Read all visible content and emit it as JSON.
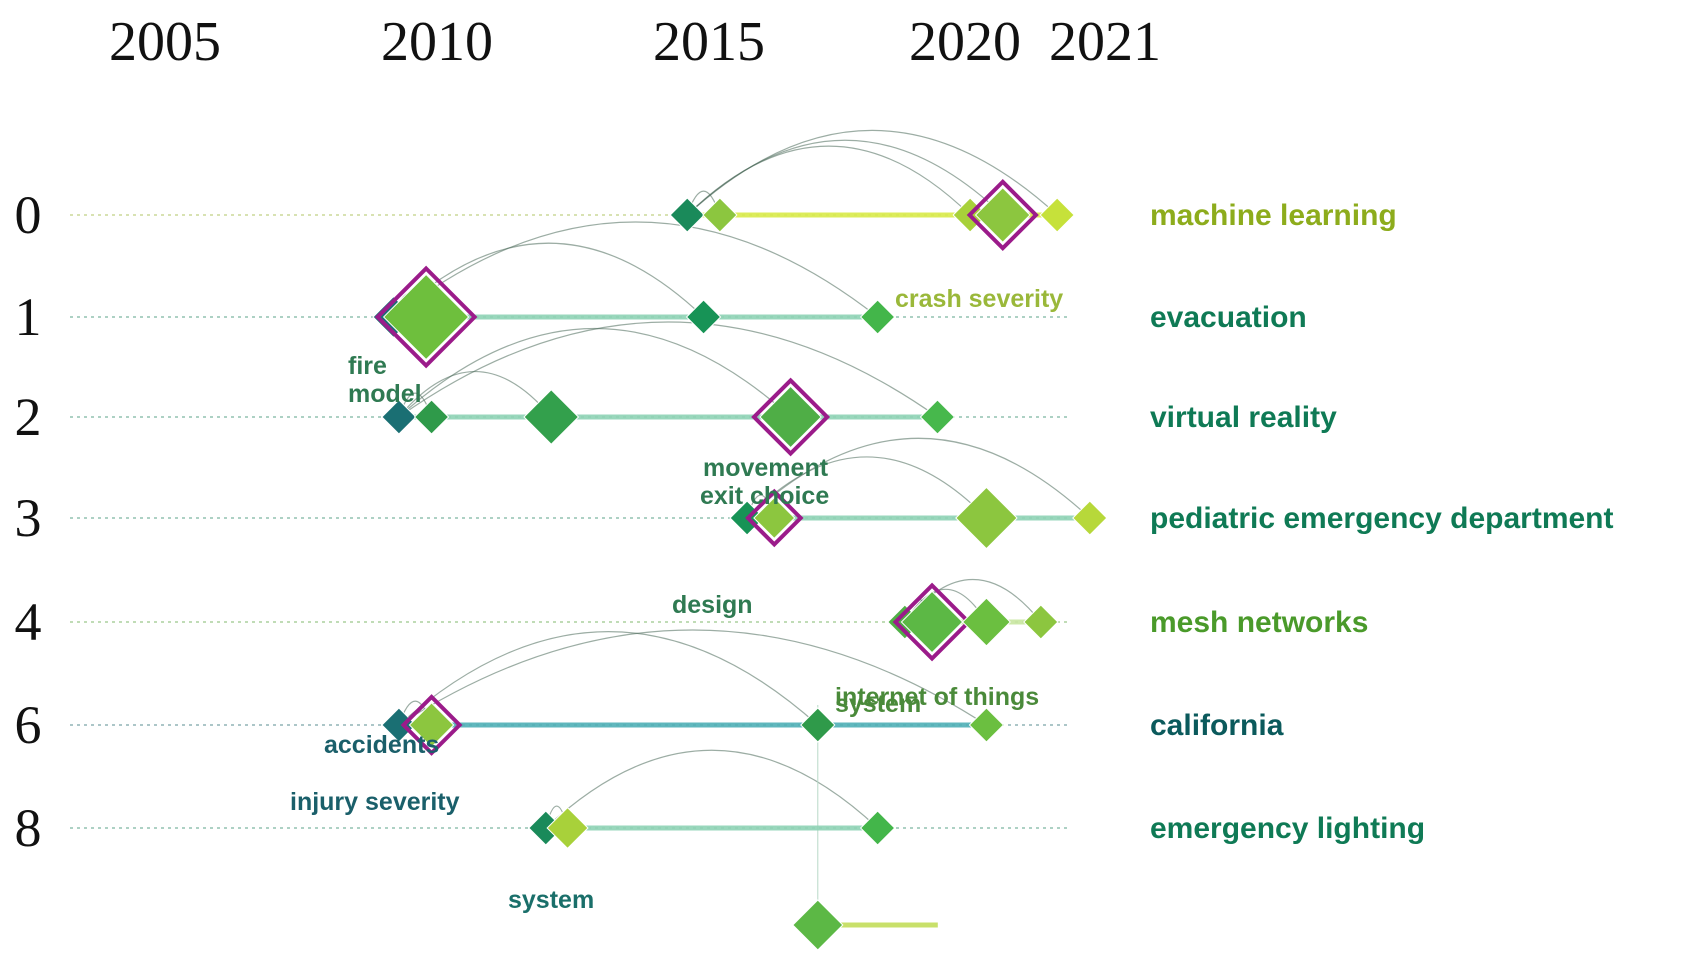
{
  "chart_data": {
    "type": "timeline",
    "x_ticks": [
      2005,
      2010,
      2015,
      2020,
      2021
    ],
    "x_range": [
      2005,
      2021
    ],
    "clusters": [
      {
        "id": "0",
        "label": "machine learning",
        "color": "#8dac1c",
        "line_color": "#d9ea4a",
        "nodes": [
          {
            "year": 2014.6,
            "size": 1.0,
            "color": "#1a8a5a"
          },
          {
            "year": 2015.2,
            "size": 1.0,
            "color": "#8cc63f"
          },
          {
            "year": 2019.8,
            "size": 1.0,
            "color": "#a8d13a"
          },
          {
            "year": 2020.4,
            "size": 1.6,
            "color": "#8cc63f",
            "ring": true
          },
          {
            "year": 2021.4,
            "size": 1.0,
            "color": "#c6e13a"
          }
        ]
      },
      {
        "id": "1",
        "label": "evacuation",
        "color": "#0f7a55",
        "line_color": "#8fd3b5",
        "nodes": [
          {
            "year": 2009.2,
            "size": 1.2,
            "color": "#1a6f73"
          },
          {
            "year": 2009.8,
            "size": 2.5,
            "color": "#6ebf3d",
            "ring": true
          },
          {
            "year": 2014.9,
            "size": 1.0,
            "color": "#179356"
          },
          {
            "year": 2018.1,
            "size": 1.0,
            "color": "#43b64a"
          }
        ]
      },
      {
        "id": "2",
        "label": "virtual reality",
        "color": "#0f7a55",
        "line_color": "#8fd3b5",
        "nodes": [
          {
            "year": 2009.3,
            "size": 1.0,
            "color": "#1a6f73"
          },
          {
            "year": 2009.9,
            "size": 1.0,
            "color": "#2f9a4a"
          },
          {
            "year": 2012.1,
            "size": 1.6,
            "color": "#33a04c"
          },
          {
            "year": 2016.5,
            "size": 1.8,
            "color": "#4fae46",
            "ring": true
          },
          {
            "year": 2019.2,
            "size": 1.0,
            "color": "#47b84c"
          }
        ]
      },
      {
        "id": "3",
        "label": "pediatric emergency department",
        "color": "#0f7a55",
        "line_color": "#8fd3b5",
        "nodes": [
          {
            "year": 2015.7,
            "size": 1.0,
            "color": "#179356"
          },
          {
            "year": 2016.2,
            "size": 1.2,
            "color": "#8cc63f",
            "ring": true
          },
          {
            "year": 2020.1,
            "size": 1.8,
            "color": "#8cc63f"
          },
          {
            "year": 2022.0,
            "size": 1.0,
            "color": "#b7d83a"
          }
        ]
      },
      {
        "id": "4",
        "label": "mesh networks",
        "color": "#4a9a2a",
        "line_color": "#c8e6a0",
        "nodes": [
          {
            "year": 2018.6,
            "size": 1.0,
            "color": "#4fb045"
          },
          {
            "year": 2019.1,
            "size": 1.8,
            "color": "#5cb845",
            "ring": true
          },
          {
            "year": 2020.1,
            "size": 1.4,
            "color": "#6bbf40"
          },
          {
            "year": 2021.1,
            "size": 1.0,
            "color": "#8cc63f"
          }
        ]
      },
      {
        "id": "6",
        "label": "california",
        "color": "#0b5a5c",
        "line_color": "#4fb0b6",
        "nodes": [
          {
            "year": 2009.3,
            "size": 1.0,
            "color": "#1a6f73"
          },
          {
            "year": 2009.9,
            "size": 1.3,
            "color": "#8cc63f",
            "ring": true
          },
          {
            "year": 2017.0,
            "size": 1.0,
            "color": "#2f9a4a"
          },
          {
            "year": 2020.1,
            "size": 1.0,
            "color": "#6bbf40"
          }
        ]
      },
      {
        "id": "8",
        "label": "emergency lighting",
        "color": "#0f7a55",
        "line_color": "#8fd3b5",
        "nodes": [
          {
            "year": 2012.0,
            "size": 1.0,
            "color": "#1a8a5a"
          },
          {
            "year": 2012.4,
            "size": 1.2,
            "color": "#a8d13a"
          },
          {
            "year": 2018.1,
            "size": 1.0,
            "color": "#43b64a"
          }
        ]
      }
    ],
    "keywords": [
      {
        "text": "crash severity",
        "color": "#9ab83a"
      },
      {
        "text": "fire",
        "color": "#2f7a52"
      },
      {
        "text": "model",
        "color": "#2f7a52"
      },
      {
        "text": "movement",
        "color": "#2f7a52"
      },
      {
        "text": "exit choice",
        "color": "#2f7a52"
      },
      {
        "text": "design",
        "color": "#2f7a52"
      },
      {
        "text": "internet of things",
        "color": "#4a8a3a"
      },
      {
        "text": "system",
        "color": "#4a8a3a"
      },
      {
        "text": "accidents",
        "color": "#1a5f6a"
      },
      {
        "text": "injury severity",
        "color": "#1a5f6a"
      },
      {
        "text": "system",
        "color": "#1a6f6a"
      }
    ]
  }
}
